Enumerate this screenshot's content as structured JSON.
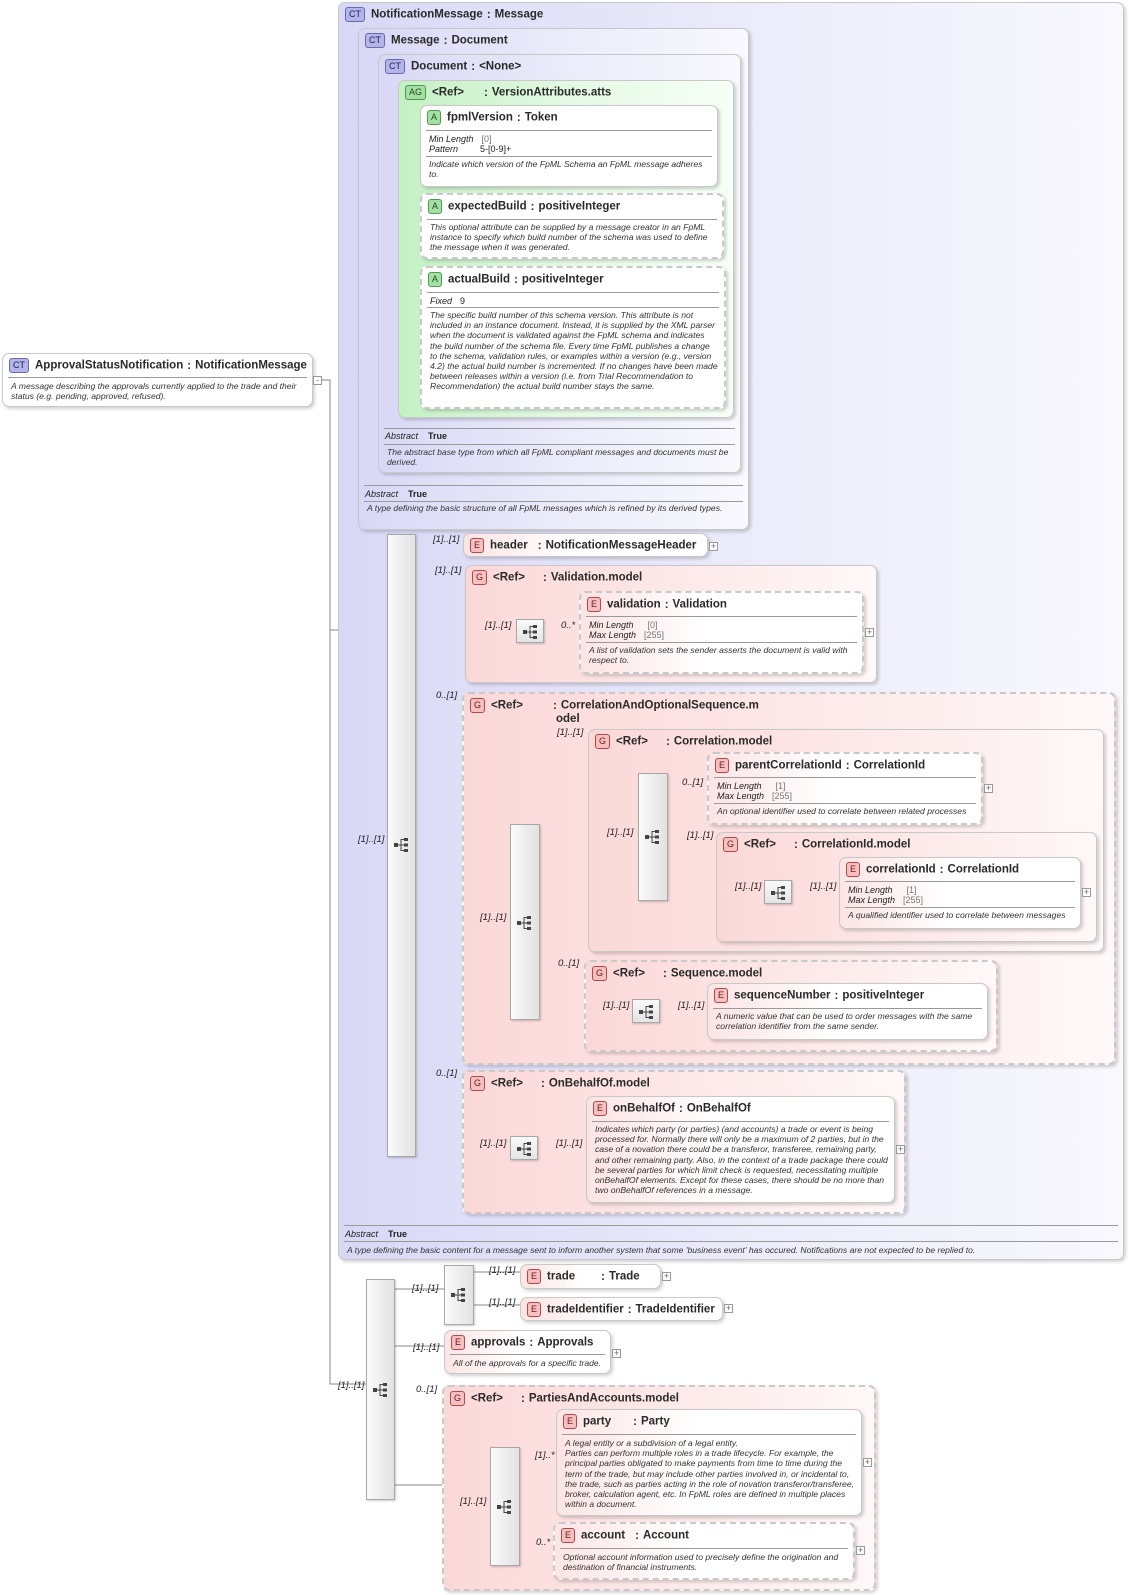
{
  "root": {
    "badge": "CT",
    "name": "ApprovalStatusNotification",
    "type": "NotificationMessage",
    "doc": "A message describing the approvals currently applied to the trade and their status (e.g. pending, approved, refused)."
  },
  "notification_message": {
    "badge": "CT",
    "name": "NotificationMessage",
    "type": "Message",
    "abstract_label": "Abstract",
    "abstract_value": "True",
    "doc": "A type defining the basic content for a message sent to inform another system that some 'business event' has occured. Notifications are not expected to be replied to."
  },
  "message": {
    "badge": "CT",
    "name": "Message",
    "type": "Document",
    "abstract_label": "Abstract",
    "abstract_value": "True",
    "doc": "A type defining the basic structure of all FpML messages which is refined by its derived types."
  },
  "document": {
    "badge": "CT",
    "name": "Document",
    "type": "<None>",
    "abstract_label": "Abstract",
    "abstract_value": "True",
    "doc": "The abstract base type from which all FpML compliant messages and documents must be derived."
  },
  "version_attributes": {
    "badge": "AG",
    "ref": "<Ref>",
    "name": "VersionAttributes.atts"
  },
  "fpml_version": {
    "badge": "A",
    "name": "fpmlVersion",
    "type": "Token",
    "min_length_label": "Min Length",
    "min_length_value": "[0]",
    "pattern_label": "Pattern",
    "pattern_value": "5-[0-9]+",
    "doc": "Indicate which version of the FpML Schema an FpML message adheres to."
  },
  "expected_build": {
    "badge": "A",
    "name": "expectedBuild",
    "type": "positiveInteger",
    "doc": "This optional attribute can be supplied by a message creator in an FpML instance to specify which build number of the schema was used to define the message when it was generated."
  },
  "actual_build": {
    "badge": "A",
    "name": "actualBuild",
    "type": "positiveInteger",
    "fixed_label": "Fixed",
    "fixed_value": "9",
    "doc": "The specific build number of this schema version. This attribute is not included in an instance document. Instead, it is supplied by the XML parser when the document is validated against the FpML schema and indicates the build number of the schema file. Every time FpML publishes a change to the schema, validation rules, or examples within a version (e.g., version 4.2) the actual build number is incremented. If no changes have been made between releases within a version (i.e. from Trial Recommendation to Recommendation) the actual build number stays the same."
  },
  "header": {
    "badge": "E",
    "name": "header",
    "type": "NotificationMessageHeader",
    "mult": "[1]..[1]"
  },
  "validation_model": {
    "badge": "G",
    "ref": "<Ref>",
    "name": "Validation.model",
    "mult": "[1]..[1]",
    "seq_mult": "[1]..[1]"
  },
  "validation": {
    "badge": "E",
    "name": "validation",
    "type": "Validation",
    "mult": "0..*",
    "min_length_label": "Min Length",
    "min_length_value": "[0]",
    "max_length_label": "Max Length",
    "max_length_value": "[255]",
    "doc": "A list of validation sets the sender asserts the document is valid with respect to."
  },
  "correlation_and_optional_sequence": {
    "badge": "G",
    "ref": "<Ref>",
    "name_line1": "CorrelationAndOptionalSequence.m",
    "name_line2": "odel",
    "mult": "0..[1]",
    "seq_mult": "[1]..[1]"
  },
  "correlation_model": {
    "badge": "G",
    "ref": "<Ref>",
    "name": "Correlation.model",
    "mult": "[1]..[1]",
    "seq_mult": "[1]..[1]"
  },
  "parent_correlation_id": {
    "badge": "E",
    "name": "parentCorrelationId",
    "type": "CorrelationId",
    "mult": "0..[1]",
    "min_length_label": "Min Length",
    "min_length_value": "[1]",
    "max_length_label": "Max Length",
    "max_length_value": "[255]",
    "doc": "An optional identifier used to correlate between related processes"
  },
  "correlation_id_model": {
    "badge": "G",
    "ref": "<Ref>",
    "name": "CorrelationId.model",
    "mult": "[1]..[1]",
    "seq_mult": "[1]..[1]"
  },
  "correlation_id": {
    "badge": "E",
    "name": "correlationId",
    "type": "CorrelationId",
    "mult": "[1]..[1]",
    "min_length_label": "Min Length",
    "min_length_value": "[1]",
    "max_length_label": "Max Length",
    "max_length_value": "[255]",
    "doc": "A qualified identifier used to correlate between messages"
  },
  "sequence_model": {
    "badge": "G",
    "ref": "<Ref>",
    "name": "Sequence.model",
    "mult": "0..[1]",
    "seq_mult": "[1]..[1]"
  },
  "sequence_number": {
    "badge": "E",
    "name": "sequenceNumber",
    "type": "positiveInteger",
    "mult": "[1]..[1]",
    "doc": "A numeric value that can be used to order messages with the same correlation identifier from the same sender."
  },
  "on_behalf_of_model": {
    "badge": "G",
    "ref": "<Ref>",
    "name": "OnBehalfOf.model",
    "mult": "0..[1]",
    "seq_mult": "[1]..[1]"
  },
  "on_behalf_of": {
    "badge": "E",
    "name": "onBehalfOf",
    "type": "OnBehalfOf",
    "mult": "[1]..[1]",
    "doc": "Indicates which party (or parties) (and accounts) a trade or event is being processed for. Normally there will only be a maximum of 2 parties, but in the case of a novation there could be a transferor, transferee, remaining party, and other remaining party. Also, in the context of a trade package there could be several parties for which limit check is requested, necessitating multiple onBehalfOf elements. Except for these cases, there should be no more than two onBehalfOf references in a message."
  },
  "main_sequence_mult": "[1]..[1]",
  "bottom_sequence_mult": "[1]..[1]",
  "trade_choice_mult": "[1]..[1]",
  "trade": {
    "badge": "E",
    "name": "trade",
    "type": "Trade",
    "mult": "[1]..[1]"
  },
  "trade_identifier": {
    "badge": "E",
    "name": "tradeIdentifier",
    "type": "TradeIdentifier",
    "mult": "[1]..[1]"
  },
  "approvals": {
    "badge": "E",
    "name": "approvals",
    "type": "Approvals",
    "mult": "[1]..[1]",
    "doc": "All of the approvals for a specific trade."
  },
  "parties_and_accounts_model": {
    "badge": "G",
    "ref": "<Ref>",
    "name": "PartiesAndAccounts.model",
    "mult": "0..[1]",
    "seq_mult": "[1]..[1]"
  },
  "party": {
    "badge": "E",
    "name": "party",
    "type": "Party",
    "mult": "[1]..*",
    "doc": "A legal entity or a subdivision of a legal entity.\nParties can perform multiple roles in a trade lifecycle. For example, the principal parties obligated to make payments from time to time during the term of the trade, but may include other parties involved in, or incidental to, the trade, such as parties acting in the role of novation transferor/transferee, broker, calculation agent, etc. In FpML roles are defined in multiple places within a document."
  },
  "account": {
    "badge": "E",
    "name": "account",
    "type": "Account",
    "mult": "0..*",
    "doc": "Optional account information used to precisely define the origination and destination of financial instruments."
  },
  "colon": ":",
  "plus_symbol": "+",
  "minus_symbol": "-"
}
